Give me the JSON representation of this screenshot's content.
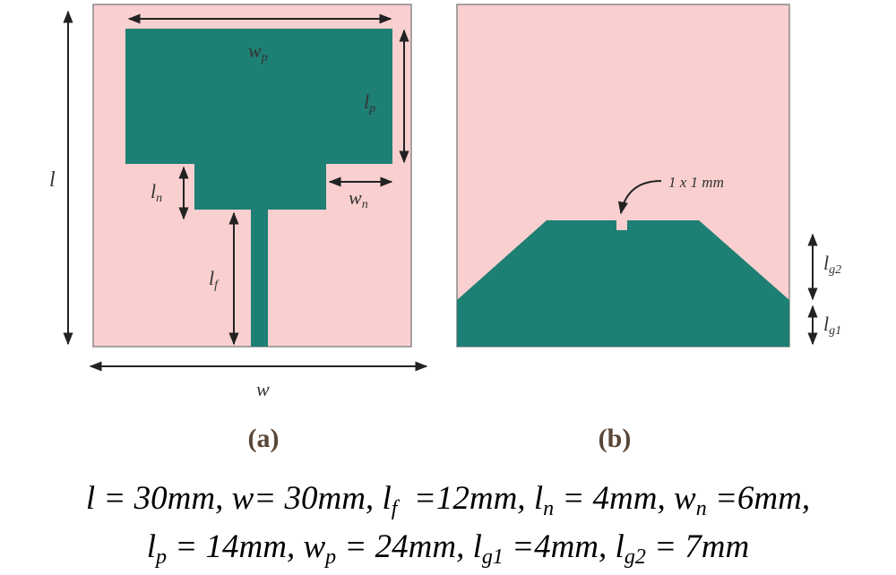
{
  "colors": {
    "substrate": "#f9cfcf",
    "copper": "#1e7f74",
    "outline": "#8a8a8a",
    "arrow": "#222222"
  },
  "panel_a": {
    "label": "(a)",
    "dims": {
      "w": "w",
      "l": "l",
      "wp": "w",
      "wp_sub": "p",
      "lp": "l",
      "lp_sub": "p",
      "ln": "l",
      "ln_sub": "n",
      "wn": "w",
      "wn_sub": "n",
      "lf": "l",
      "lf_sub": "f"
    }
  },
  "panel_b": {
    "label": "(b)",
    "slot_note": "1 x 1 mm",
    "dims": {
      "lg2": "l",
      "lg2_sub": "g2",
      "lg1": "l",
      "lg1_sub": "g1"
    }
  },
  "caption": {
    "line1": [
      {
        "v": "l",
        "s": "",
        "t": " = 30mm, "
      },
      {
        "v": "w",
        "s": "",
        "t": "= 30mm, "
      },
      {
        "v": "l",
        "s": "f",
        "t": "  =12mm, "
      },
      {
        "v": "l",
        "s": "n",
        "t": " = 4mm, "
      },
      {
        "v": "w",
        "s": "n",
        "t": " =6mm,"
      }
    ],
    "line2": [
      {
        "v": "l",
        "s": "p",
        "t": " = 14mm, "
      },
      {
        "v": "w",
        "s": "p",
        "t": " = 24mm, "
      },
      {
        "v": "l",
        "s": "g1",
        "t": " =4mm, "
      },
      {
        "v": "l",
        "s": "g2",
        "t": " = 7mm"
      }
    ]
  }
}
